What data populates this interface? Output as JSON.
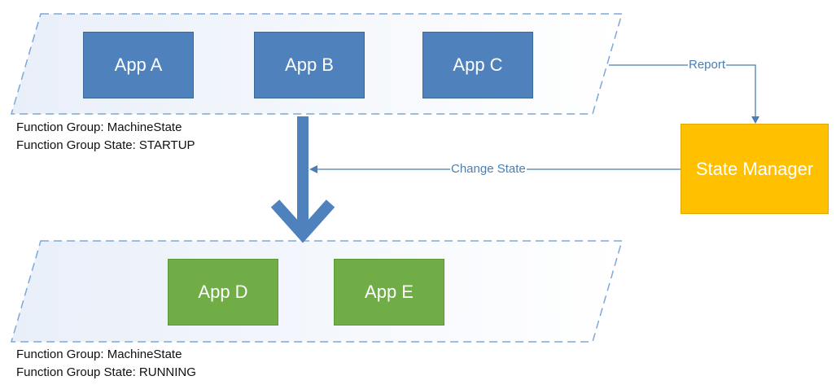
{
  "groups": [
    {
      "apps": [
        "App A",
        "App B",
        "App C"
      ],
      "function_group": "Function Group: MachineState",
      "function_group_state": "Function Group State: STARTUP"
    },
    {
      "apps": [
        "App D",
        "App E"
      ],
      "function_group": "Function Group: MachineState",
      "function_group_state": "Function Group State: RUNNING"
    }
  ],
  "state_manager": "State Manager",
  "arrows": {
    "report": "Report",
    "change_state": "Change State"
  },
  "colors": {
    "app_blue": "#4f81bd",
    "app_green": "#70ad47",
    "state_manager": "#ffc000",
    "arrow": "#4a7fb5",
    "group_border": "#7da7d9",
    "group_fill": "#eef3fb"
  }
}
